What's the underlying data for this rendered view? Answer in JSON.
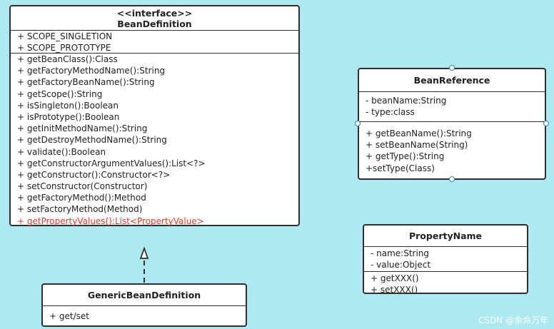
{
  "bean_definition": {
    "stereotype": "<<interface>>",
    "name": "BeanDefinition",
    "attributes": [
      "+ SCOPE_SINGLETION",
      "+ SCOPE_PROTOTYPE"
    ],
    "methods": [
      "+ getBeanClass():Class",
      "+ getFactoryMethodName():String",
      "+ getFactoryBeanName():String",
      "+ getScope():String",
      "+ isSingleton():Boolean",
      "+ isPrototype():Boolean",
      "+ getInitMethodName():String",
      "+ getDestroyMethodName():String",
      "+ validate():Boolean",
      "+ getConstructorArgumentValues():List<?>",
      "+ getConstructor():Constructor<?>",
      "+ setConstructor(Constructor)",
      "+ getFactoryMethod():Method",
      "+ setFactoryMethod(Method)"
    ],
    "highlighted_method": "+ getPropertyValues():List<PropertyValue>"
  },
  "bean_reference": {
    "name": "BeanReference",
    "attributes": [
      "- beanName:String",
      "- type:class"
    ],
    "methods": [
      "+ getBeanName():String",
      "+ setBeanName(String)",
      "+ getType():String",
      "+setType(Class)"
    ]
  },
  "property_name": {
    "name": "PropertyName",
    "attributes": [
      "- name:String",
      "- value:Object"
    ],
    "methods": [
      "+ getXXX()",
      "+ setXXX()"
    ]
  },
  "generic_bean_definition": {
    "name": "GenericBeanDefinition",
    "methods": [
      "+ get/set"
    ]
  },
  "watermark": "CSDN @余命万年",
  "colors": {
    "background": "#aee8f0",
    "highlight": "#e8392a",
    "handle": "#3a7bd5"
  }
}
